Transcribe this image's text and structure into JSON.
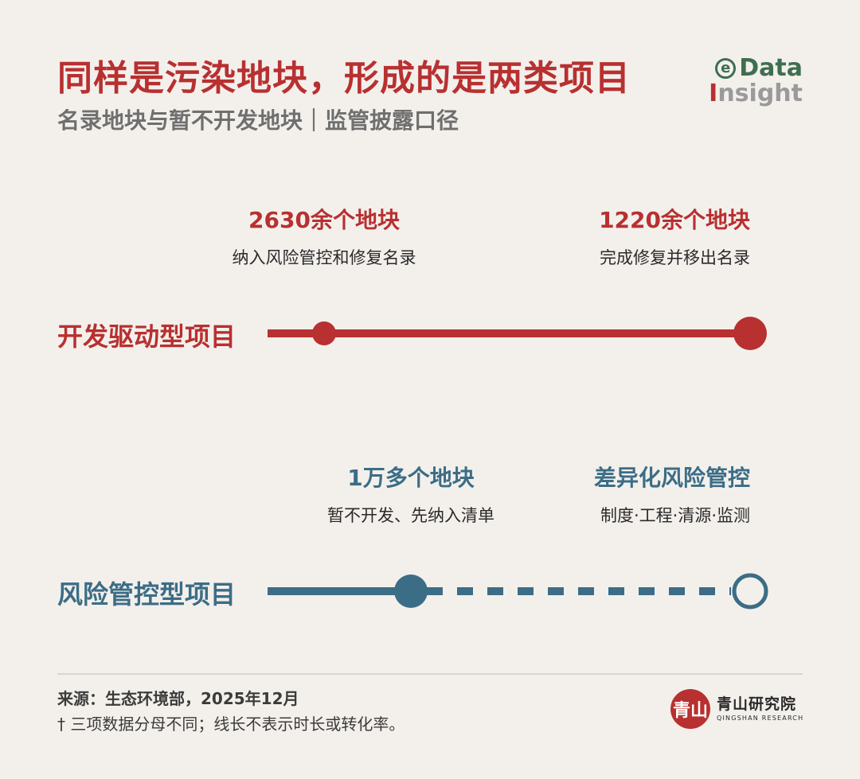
{
  "header": {
    "title": "同样是污染地块，形成的是两类项目",
    "subtitle": "名录地块与暂不开发地块｜监管披露口径"
  },
  "logo": {
    "line1_mark": "e",
    "line1_text": "Data",
    "line2_first": "I",
    "line2_rest": "nsight"
  },
  "tracks": {
    "development": {
      "label": "开发驱动型项目",
      "color": "#b83030",
      "start": {
        "value": "2630余个地块",
        "desc": "纳入风险管控和修复名录"
      },
      "end": {
        "value": "1220余个地块",
        "desc": "完成修复并移出名录"
      }
    },
    "risk": {
      "label": "风险管控型项目",
      "color": "#3c6d86",
      "start": {
        "value": "1万多个地块",
        "desc": "暂不开发、先纳入清单"
      },
      "end": {
        "value": "差异化风险管控",
        "desc": "制度·工程·清源·监测"
      }
    }
  },
  "footer": {
    "source": "来源：生态环境部，2025年12月",
    "note": "† 三项数据分母不同；线长不表示时长或转化率。",
    "brand_seal": "青山",
    "brand_name": "青山研究院",
    "brand_en": "QINGSHAN RESEARCH"
  }
}
